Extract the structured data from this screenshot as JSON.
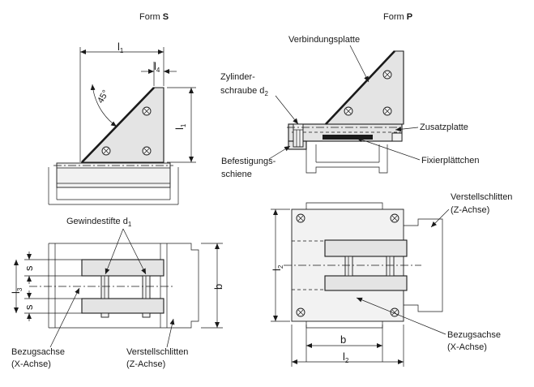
{
  "form_s": {
    "prefix": "Form ",
    "letter": "S"
  },
  "form_p": {
    "prefix": "Form ",
    "letter": "P"
  },
  "dims": {
    "l": "l",
    "l1_sub": "1",
    "l2_sub": "2",
    "l3_sub": "3",
    "l4_sub": "4",
    "b": "b",
    "s": "s",
    "angle": "45°"
  },
  "labels": {
    "verbindungsplatte": "Verbindungsplatte",
    "zylinder_1": "Zylinder-",
    "zylinder_2": "schraube d",
    "zylinder_sub": "2",
    "zusatzplatte": "Zusatzplatte",
    "befestigung_1": "Befestigungs-",
    "befestigung_2": "schiene",
    "fixier": "Fixierplättchen",
    "gewinde": "Gewindestifte d",
    "gewinde_sub": "1",
    "verstell_1": "Verstellschlitten",
    "verstell_2": "(Z-Achse)",
    "bezug_1": "Bezugsachse",
    "bezug_2": "(X-Achse)"
  },
  "icons": [
    "arrow-icon",
    "bolt-hole-icon"
  ]
}
